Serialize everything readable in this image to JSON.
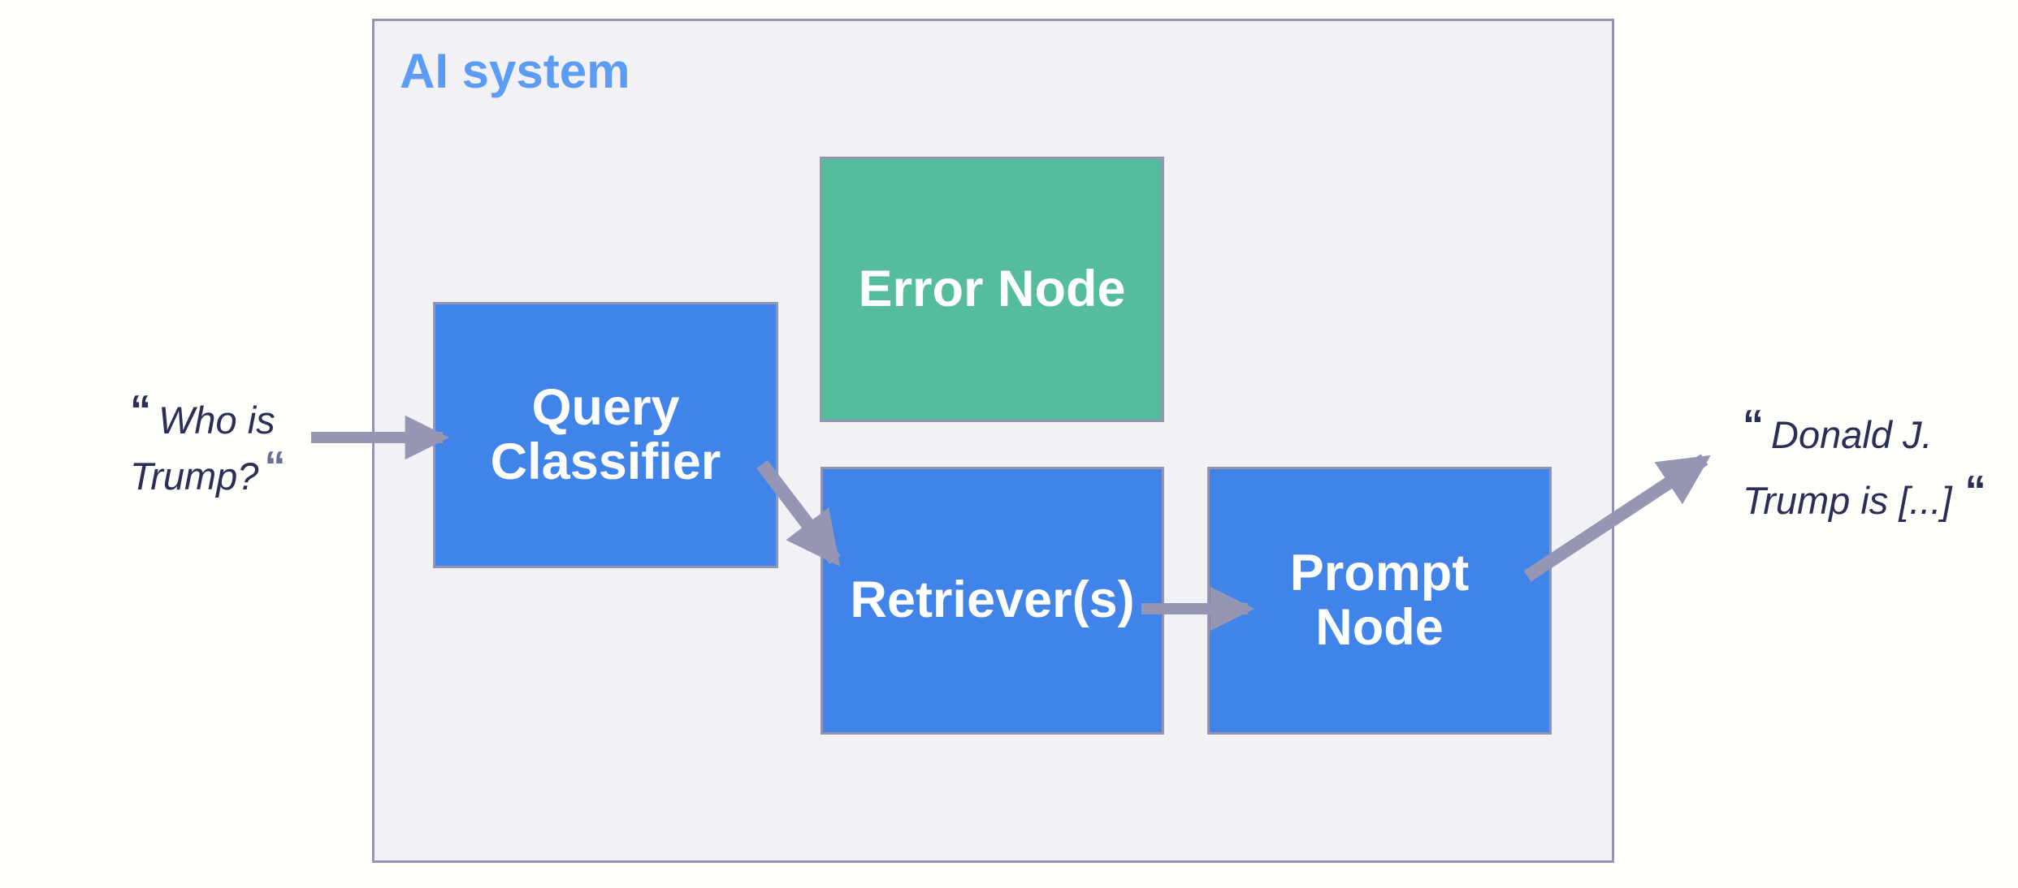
{
  "system": {
    "label": "AI system"
  },
  "nodes": [
    {
      "id": "error-node",
      "label": "Error Node",
      "color": "#55BD9D"
    },
    {
      "id": "query-classifier",
      "label": "Query\nClassifier",
      "color": "#4084EA"
    },
    {
      "id": "retrievers",
      "label": "Retriever(s)",
      "color": "#4084EA"
    },
    {
      "id": "prompt-node",
      "label": "Prompt\nNode",
      "color": "#4084EA"
    }
  ],
  "edges": [
    {
      "from": "user-input",
      "to": "query-classifier"
    },
    {
      "from": "query-classifier",
      "to": "retrievers"
    },
    {
      "from": "retrievers",
      "to": "prompt-node"
    },
    {
      "from": "prompt-node",
      "to": "user-output"
    }
  ],
  "input_quote": {
    "open": "“",
    "line1": "Who is",
    "line2": "Trump?",
    "close": "“"
  },
  "output_quote": {
    "open": "“",
    "line1": "Donald J.",
    "line2": "Trump is [...]",
    "close": "“"
  },
  "colors": {
    "node_blue": "#4084EA",
    "node_green": "#55BD9D",
    "node_border": "#9395B1",
    "system_fill": "#F1F1F6",
    "system_border": "#9395B1",
    "system_label": "#5C9CF5",
    "arrow": "#9496B3",
    "quote_text": "#2B2E55",
    "node_text": "#FFFFFF",
    "page_background": "#FFFFFC"
  }
}
